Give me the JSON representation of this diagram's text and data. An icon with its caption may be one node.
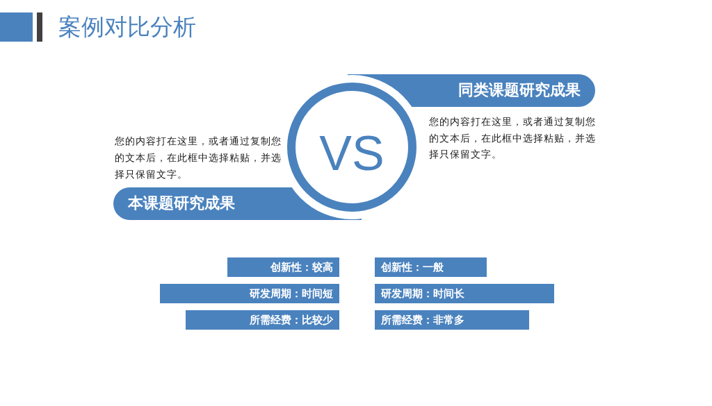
{
  "diagram": {
    "title": "案例对比分析",
    "nodes": [
      {
        "text": [
          "同类课题研究成果"
        ],
        "beside": [
          "您的内容打在这里，或者通过复制您的文本后，在此框中选择粘贴，并选择只保留文字。"
        ]
      },
      {
        "text": [
          "VS"
        ]
      },
      {
        "text": [
          "本课题研究成果"
        ],
        "beside": [
          "您的内容打在这里，或者通过复制您的文本后，在此框中选择粘贴，并选择只保留文字。"
        ]
      },
      {
        "text": [
          "创新性：较高"
        ]
      },
      {
        "text": [
          "创新性：一般"
        ]
      },
      {
        "text": [
          "研发周期：时间短"
        ]
      },
      {
        "text": [
          "研发周期：时间长"
        ]
      },
      {
        "text": [
          "所需经费：比较少"
        ]
      },
      {
        "text": [
          "所需经费：非常多"
        ]
      }
    ]
  }
}
